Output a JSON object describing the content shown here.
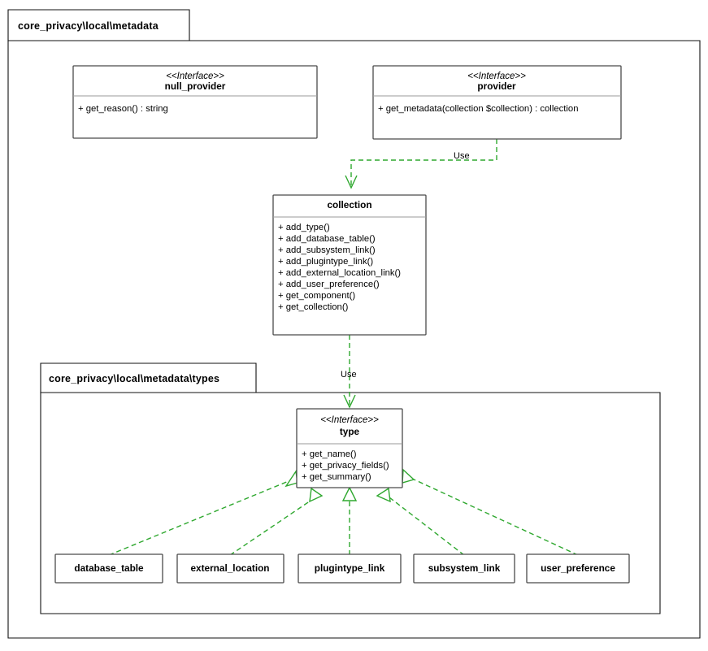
{
  "diagram": {
    "kind": "uml-class-diagram",
    "accent_color": "#2fa82f",
    "border_color": "#4a4a4a",
    "background_color": "#ffffff",
    "packages": [
      {
        "id": "outer",
        "label": "core_privacy\\local\\metadata"
      },
      {
        "id": "types",
        "label": "core_privacy\\local\\metadata\\types"
      }
    ],
    "classes": [
      {
        "id": "null_provider",
        "stereotype": "<<Interface>>",
        "name": "null_provider",
        "members": [
          "+ get_reason() : string"
        ]
      },
      {
        "id": "provider",
        "stereotype": "<<Interface>>",
        "name": "provider",
        "members": [
          "+ get_metadata(collection $collection) : collection"
        ]
      },
      {
        "id": "collection",
        "stereotype": "",
        "name": "collection",
        "members": [
          "+ add_type()",
          "+ add_database_table()",
          "+ add_subsystem_link()",
          "+ add_plugintype_link()",
          "+ add_external_location_link()",
          "+ add_user_preference()",
          "+ get_component()",
          "+ get_collection()"
        ]
      },
      {
        "id": "type",
        "stereotype": "<<Interface>>",
        "name": "type",
        "members": [
          "+ get_name()",
          "+ get_privacy_fields()",
          "+ get_summary()"
        ]
      },
      {
        "id": "database_table",
        "stereotype": "",
        "name": "database_table",
        "members": []
      },
      {
        "id": "external_location",
        "stereotype": "",
        "name": "external_location",
        "members": []
      },
      {
        "id": "plugintype_link",
        "stereotype": "",
        "name": "plugintype_link",
        "members": []
      },
      {
        "id": "subsystem_link",
        "stereotype": "",
        "name": "subsystem_link",
        "members": []
      },
      {
        "id": "user_preference",
        "stereotype": "",
        "name": "user_preference",
        "members": []
      }
    ],
    "relationships": [
      {
        "id": "provider-collection",
        "from": "provider",
        "to": "collection",
        "type": "dependency",
        "label": "Use"
      },
      {
        "id": "collection-type",
        "from": "collection",
        "to": "type",
        "type": "dependency",
        "label": "Use"
      },
      {
        "id": "database_table-type",
        "from": "database_table",
        "to": "type",
        "type": "realization",
        "label": ""
      },
      {
        "id": "external_location-type",
        "from": "external_location",
        "to": "type",
        "type": "realization",
        "label": ""
      },
      {
        "id": "plugintype_link-type",
        "from": "plugintype_link",
        "to": "type",
        "type": "realization",
        "label": ""
      },
      {
        "id": "subsystem_link-type",
        "from": "subsystem_link",
        "to": "type",
        "type": "realization",
        "label": ""
      },
      {
        "id": "user_preference-type",
        "from": "user_preference",
        "to": "type",
        "type": "realization",
        "label": ""
      }
    ]
  }
}
